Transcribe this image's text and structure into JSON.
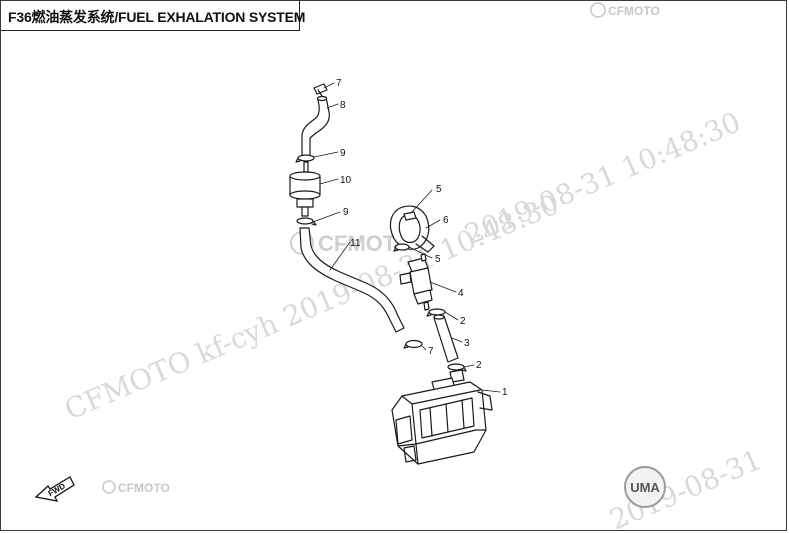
{
  "header": {
    "title": "F36燃油蒸发系统/FUEL EXHALATION SYSTEM"
  },
  "logos": {
    "top_right": "CFMOTO",
    "center": "CFMOTO",
    "bottom_left": "CFMOTO",
    "bottom_right": "UMA"
  },
  "watermarks": {
    "left": "CFMOTO  kf-cyh  2019-08-31  10:48:30",
    "right": "2019-08-31  10:48:30",
    "bottom_right": "2019-08-31"
  },
  "direction_arrow": {
    "label": "FWD"
  },
  "callouts": [
    {
      "id": "callout-7-top",
      "label": "7"
    },
    {
      "id": "callout-8",
      "label": "8"
    },
    {
      "id": "callout-9-top",
      "label": "9"
    },
    {
      "id": "callout-10",
      "label": "10"
    },
    {
      "id": "callout-9-mid",
      "label": "9"
    },
    {
      "id": "callout-11",
      "label": "11"
    },
    {
      "id": "callout-5-top",
      "label": "5"
    },
    {
      "id": "callout-6",
      "label": "6"
    },
    {
      "id": "callout-5-bottom",
      "label": "5"
    },
    {
      "id": "callout-4",
      "label": "4"
    },
    {
      "id": "callout-2-top",
      "label": "2"
    },
    {
      "id": "callout-3",
      "label": "3"
    },
    {
      "id": "callout-7-bottom",
      "label": "7"
    },
    {
      "id": "callout-2-bottom",
      "label": "2"
    },
    {
      "id": "callout-1",
      "label": "1"
    }
  ],
  "colors": {
    "line": "#1a1a1a",
    "watermark": "#d9d9d9",
    "logo": "#c8c8c8"
  }
}
